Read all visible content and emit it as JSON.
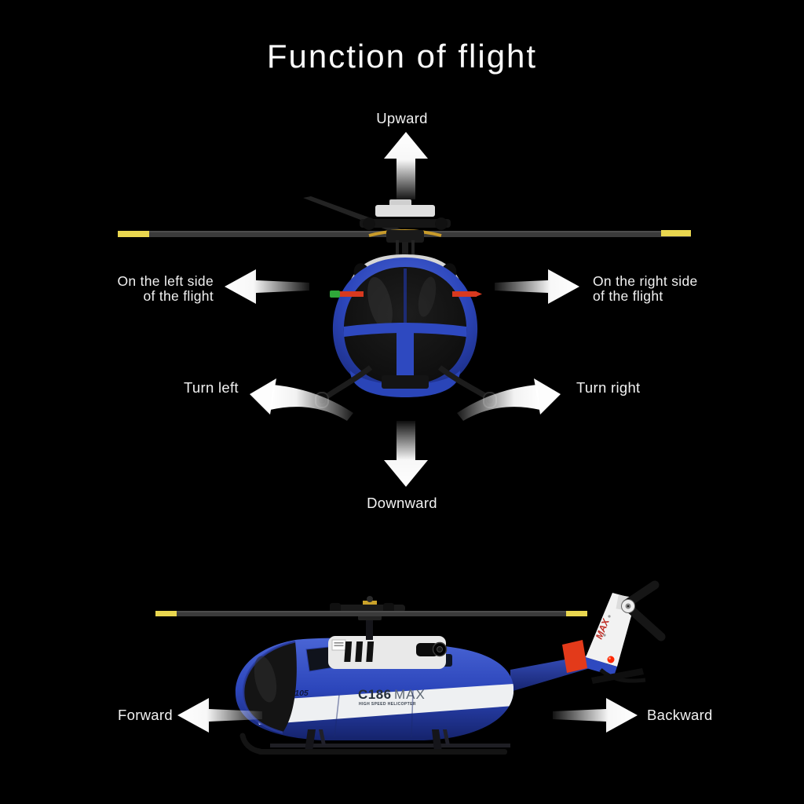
{
  "page": {
    "title": "Function of flight",
    "background_color": "#000000",
    "label_text_color": "#f2f2f2",
    "arrow_color": "#ffffff"
  },
  "annotations": {
    "upward": "Upward",
    "downward": "Downward",
    "left_side": {
      "line1": "On the left side",
      "line2": "of the flight"
    },
    "right_side": {
      "line1": "On the right side",
      "line2": "of the flight"
    },
    "turn_left": "Turn left",
    "turn_right": "Turn right",
    "forward": "Forward",
    "backward": "Backward"
  },
  "helicopter_markings": {
    "model": "C186",
    "variant": "MAX",
    "stripe_subtext": "HIGH SPEED HELICOPTER",
    "fuselage_code": "BO-105",
    "tail_fin_text": "MAX"
  },
  "colors": {
    "body_blue": "#2e49c0",
    "body_blue_dark": "#16246e",
    "stripe_white": "#eef0f2",
    "rotor_gray": "#3b3b3b",
    "blade_tip_yellow": "#e9d64f",
    "trainer_bar_red": "#d8391f",
    "trainer_tip_green": "#2fa83a",
    "tail_band_red": "#e33a1a",
    "tail_text_red": "#c03028",
    "canopy_black": "#141414",
    "roof_white": "#e9e9e9"
  }
}
